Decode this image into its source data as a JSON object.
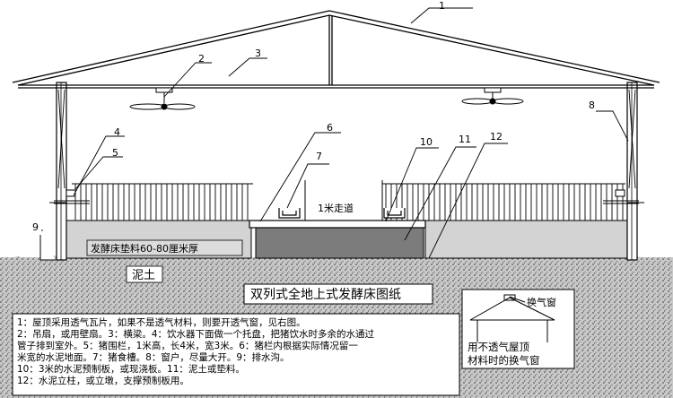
{
  "callouts": [
    "1",
    "2",
    "3",
    "4",
    "5",
    "6",
    "7",
    "8",
    "9",
    "10",
    "11",
    "12"
  ],
  "labels": {
    "walkway": "1米走道",
    "bedding": "发酵床垫料60-80厘米厚",
    "soil": "泥土"
  },
  "title": "双列式全地上式发酵床图纸",
  "inset": {
    "vent_label": "换气窗",
    "caption_line1": "用不透气屋顶",
    "caption_line2": "材料时的换气窗"
  },
  "notes": [
    "1：屋顶采用透气瓦片，如果不是透气材料，则要开透气窗，见右图。",
    "2：吊扇，或用壁扇。3：横梁。4：饮水器下面做一个托盘，把猪饮水时多余的水通过",
    "管子排到室外。5：猪围栏，1米高，长4米，宽3米。6：猪栏内根据实际情况留一",
    "米宽的水泥地面。7：猪食槽。8：窗户，尽量大开。9：排水沟。",
    "10：3米的水泥预制板，或现浇板。11：泥土或垫料。",
    "12：水泥立柱，或立墩，支撑预制板用。"
  ]
}
